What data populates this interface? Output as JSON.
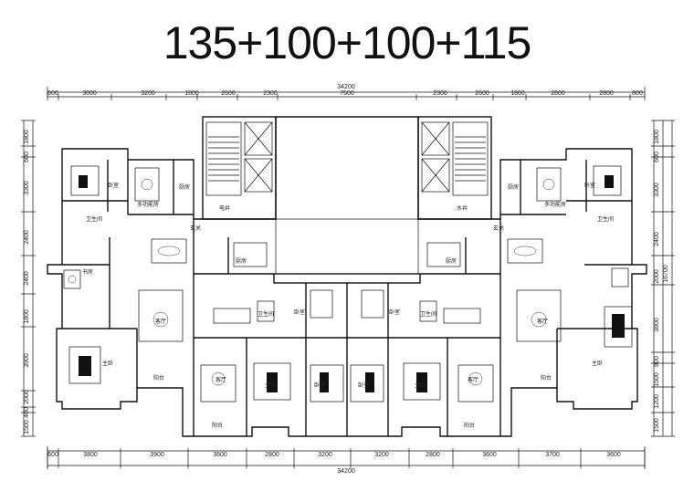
{
  "title": "135+100+100+115",
  "dims": {
    "total_top": "34200",
    "total_bottom": "34200",
    "top": [
      "600",
      "3000",
      "3200",
      "1800",
      "2600",
      "2300",
      "7600",
      "2300",
      "2600",
      "1800",
      "2800",
      "2800",
      "800"
    ],
    "bottom": [
      "600",
      "3800",
      "3900",
      "3600",
      "2800",
      "3200",
      "3200",
      "2800",
      "3600",
      "3700",
      "3600"
    ],
    "left": [
      "1800",
      "600",
      "3300",
      "2400",
      "2400",
      "1800",
      "3900",
      "2000",
      "400",
      "1500"
    ],
    "right": [
      "1800",
      "600",
      "3300",
      "2400",
      "2000",
      "3800",
      "800",
      "1500",
      "1200",
      "1500"
    ],
    "right_total": "16700"
  },
  "rooms": [
    {
      "id": "bed1",
      "label": "卧室"
    },
    {
      "id": "dining_l",
      "label": "厨房"
    },
    {
      "id": "multi_l",
      "label": "多功能房"
    },
    {
      "id": "bath_l",
      "label": "卫生间"
    },
    {
      "id": "study_l",
      "label": "书房"
    },
    {
      "id": "living_l",
      "label": "客厅"
    },
    {
      "id": "master_l",
      "label": "主卧"
    },
    {
      "id": "balcony_l",
      "label": "阳台"
    },
    {
      "id": "elev_l",
      "label": "电井"
    },
    {
      "id": "water_r",
      "label": "水井"
    },
    {
      "id": "lobby_l",
      "label": "玄关"
    },
    {
      "id": "lobby_r",
      "label": "玄关"
    },
    {
      "id": "kitchen_c1",
      "label": "厨房"
    },
    {
      "id": "kitchen_c2",
      "label": "厨房"
    },
    {
      "id": "living_c1",
      "label": "客厅"
    },
    {
      "id": "living_c2",
      "label": "客厅"
    },
    {
      "id": "bed_c1",
      "label": "卧室"
    },
    {
      "id": "bed_c2",
      "label": "卧室"
    },
    {
      "id": "bed_c3",
      "label": "卧室"
    },
    {
      "id": "bed_c4",
      "label": "卧室"
    },
    {
      "id": "master_c1",
      "label": "主卧"
    },
    {
      "id": "master_c2",
      "label": "主卧"
    },
    {
      "id": "balcony_c1",
      "label": "阳台"
    },
    {
      "id": "balcony_c2",
      "label": "阳台"
    },
    {
      "id": "bath_c1",
      "label": "卫生间"
    },
    {
      "id": "bath_c2",
      "label": "卫生间"
    },
    {
      "id": "bed_r",
      "label": "卧室"
    },
    {
      "id": "multi_r",
      "label": "多功能房"
    },
    {
      "id": "kitchen_r",
      "label": "厨房"
    },
    {
      "id": "bath_r",
      "label": "卫生间"
    },
    {
      "id": "living_r",
      "label": "客厅"
    },
    {
      "id": "master_r",
      "label": "主卧"
    },
    {
      "id": "balcony_r",
      "label": "阳台"
    }
  ]
}
